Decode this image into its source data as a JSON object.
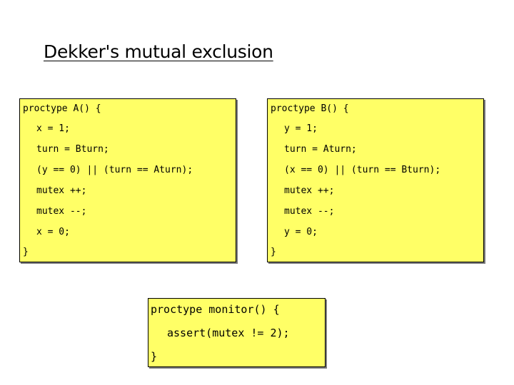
{
  "title": "Dekker's mutual exclusion",
  "proc_a": {
    "lines": [
      "proctype A() {",
      "x = 1;",
      "turn = Bturn;",
      "(y == 0) || (turn == Aturn);",
      "mutex ++;",
      "mutex --;",
      "x = 0;",
      "}"
    ]
  },
  "proc_b": {
    "lines": [
      "proctype B() {",
      "y = 1;",
      "turn = Aturn;",
      "(x == 0) || (turn == Bturn);",
      "mutex ++;",
      "mutex --;",
      "y = 0;",
      "}"
    ]
  },
  "monitor": {
    "lines": [
      "proctype monitor() {",
      "assert(mutex != 2);",
      "}"
    ]
  },
  "colors": {
    "box_fill": "#ffff66",
    "box_border": "#000000",
    "text": "#000000"
  }
}
